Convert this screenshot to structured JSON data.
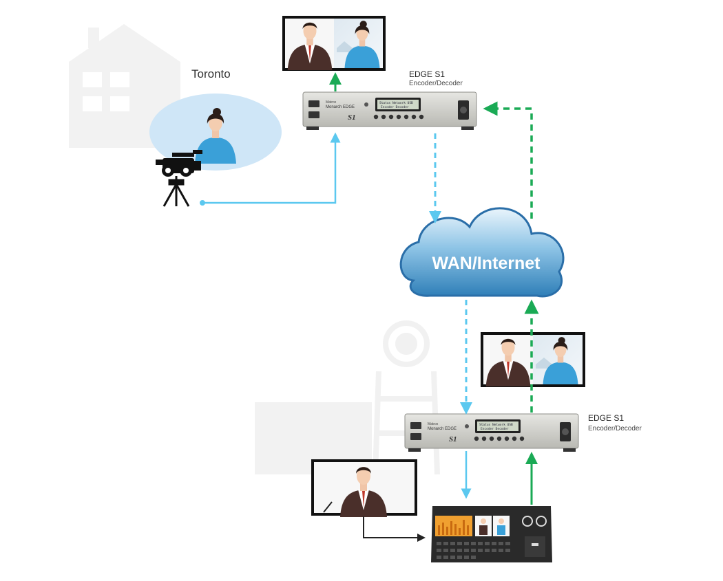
{
  "location_label": "Toronto",
  "cloud_label": "WAN/Internet",
  "devices": [
    {
      "title": "EDGE S1",
      "subtitle": "Encoder/Decoder",
      "brand_line1": "Matrox",
      "brand_line2": "Monarch EDGE",
      "model": "S1",
      "lcd_line1": "Status Network USB",
      "lcd_line2": "Encoder Decoder"
    },
    {
      "title": "EDGE S1",
      "subtitle": "Encoder/Decoder",
      "brand_line1": "Matrox",
      "brand_line2": "Monarch EDGE",
      "model": "S1",
      "lcd_line1": "Status Network USB",
      "lcd_line2": "Encoder Decoder"
    }
  ],
  "colors": {
    "outbound_blue": "#5bc8ef",
    "return_green": "#1aaa55",
    "local_line": "#222222",
    "cloud_text": "#ffffff",
    "bubble": "#cfe6f7"
  },
  "icons": [
    "house-watermark-icon",
    "broadcast-tower-watermark-icon",
    "video-camera-icon",
    "tripod-icon",
    "monitor-icon",
    "production-switcher-icon"
  ]
}
